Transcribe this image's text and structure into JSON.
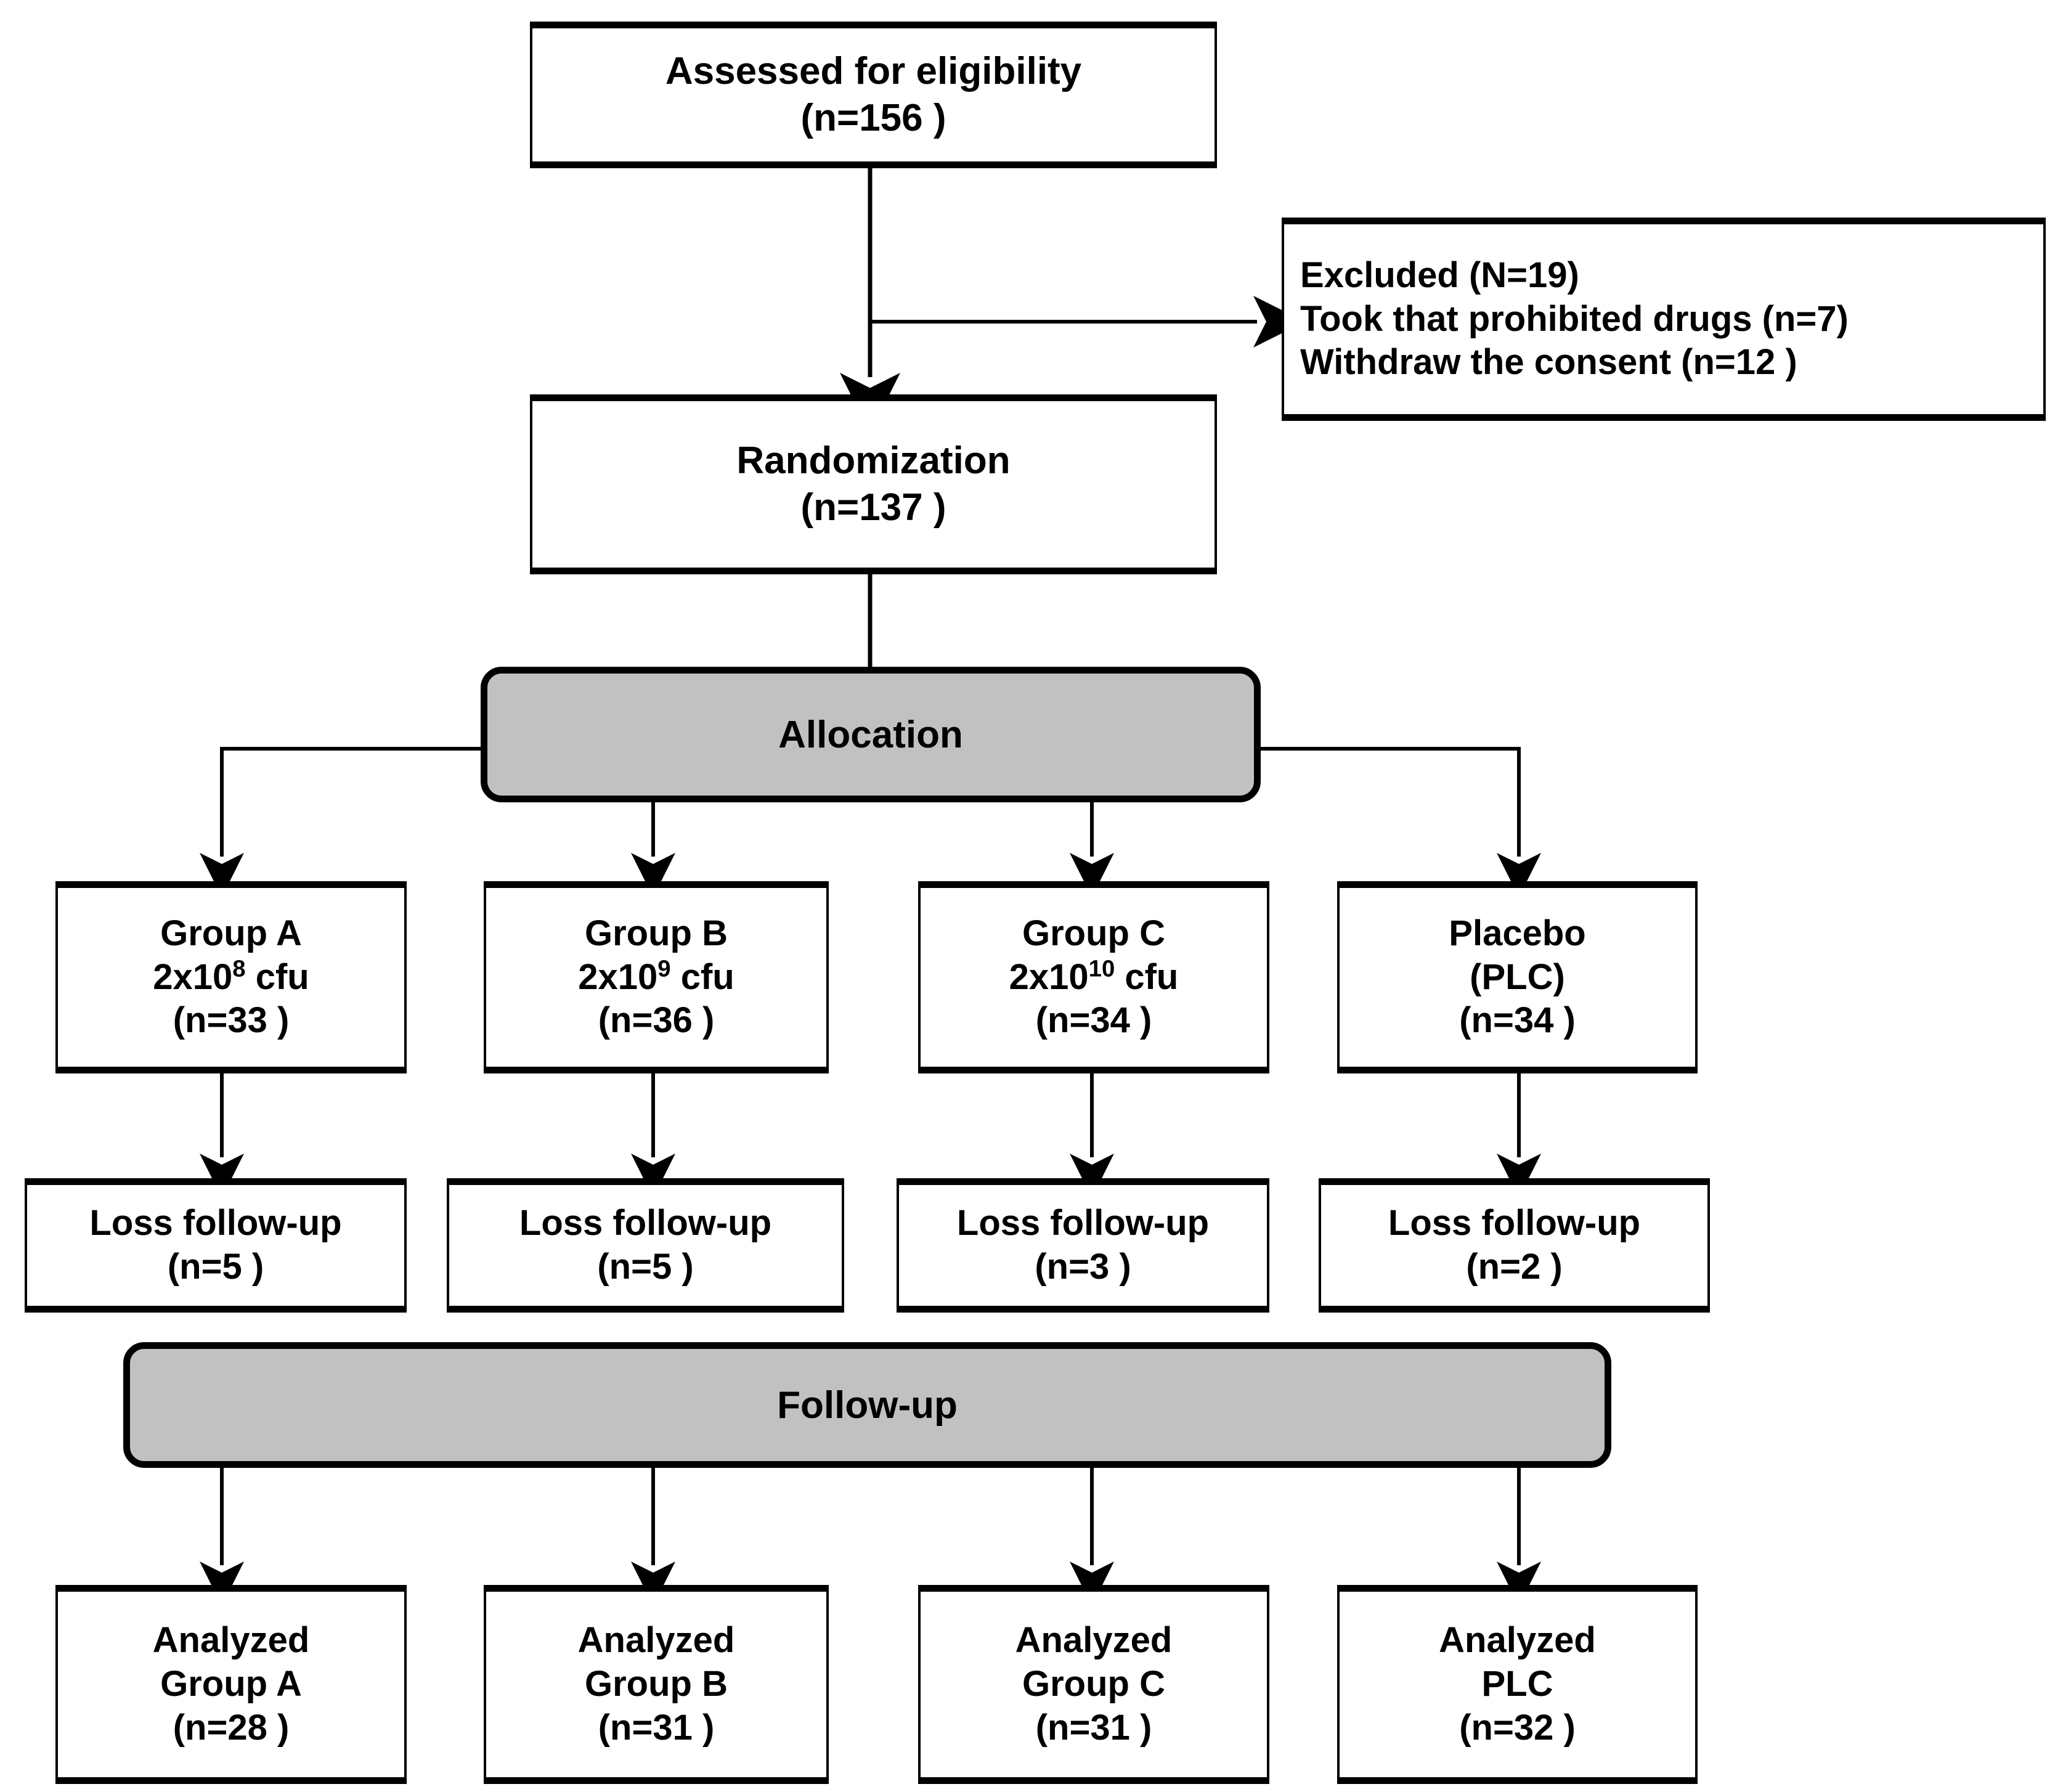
{
  "diagram": {
    "title": "CONSORT participant flow diagram",
    "colors": {
      "stage_fill": "#c1c1c1",
      "box_fill": "#ffffff",
      "line": "#000000"
    },
    "enrollment": {
      "assessed": {
        "line1": "Assessed for eligibility",
        "line2": "(n=156 )"
      },
      "excluded": {
        "line1": "Excluded (N=19)",
        "line2": "Took that prohibited drugs (n=7)",
        "line3": "Withdraw the consent (n=12 )"
      },
      "randomization": {
        "line1": "Randomization",
        "line2": "(n=137 )"
      }
    },
    "stages": {
      "allocation": "Allocation",
      "followup": "Follow-up"
    },
    "allocation_arms": [
      {
        "name": "Group A",
        "dose_base": "2x10",
        "dose_exp": "8",
        "dose_unit": " cfu",
        "n": "(n=33 )"
      },
      {
        "name": "Group B",
        "dose_base": "2x10",
        "dose_exp": "9",
        "dose_unit": " cfu",
        "n": "(n=36 )"
      },
      {
        "name": "Group C",
        "dose_base": "2x10",
        "dose_exp": "10",
        "dose_unit": " cfu",
        "n": "(n=34 )"
      },
      {
        "name": "Placebo",
        "dose_base": "(PLC)",
        "dose_exp": "",
        "dose_unit": "",
        "n": "(n=34 )"
      }
    ],
    "loss_followup": [
      {
        "label": "Loss follow-up",
        "n": "(n=5 )"
      },
      {
        "label": "Loss follow-up",
        "n": "(n=5 )"
      },
      {
        "label": "Loss follow-up",
        "n": "(n=3 )"
      },
      {
        "label": "Loss follow-up",
        "n": "(n=2 )"
      }
    ],
    "analyzed": [
      {
        "line1": "Analyzed",
        "line2": "Group A",
        "n": "(n=28 )"
      },
      {
        "line1": "Analyzed",
        "line2": "Group B",
        "n": "(n=31 )"
      },
      {
        "line1": "Analyzed",
        "line2": "Group C",
        "n": "(n=31 )"
      },
      {
        "line1": "Analyzed",
        "line2": "PLC",
        "n": "(n=32 )"
      }
    ]
  }
}
